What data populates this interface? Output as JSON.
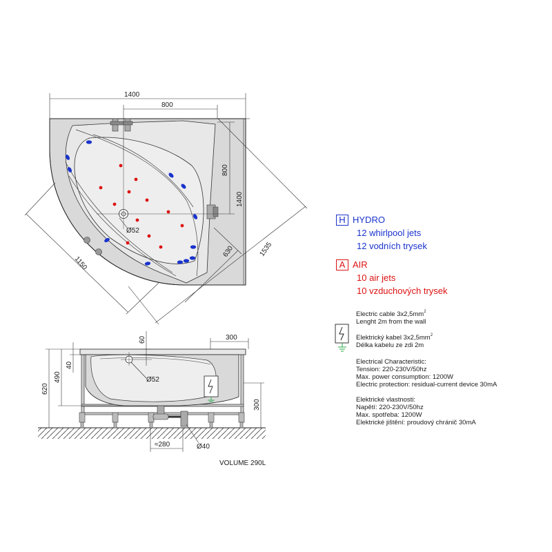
{
  "colors": {
    "hydro": "#1a33cc",
    "air": "#dd1111",
    "drawing_fill": "#d9d9d9",
    "basin_fill": "#eeeeee",
    "ground_symbol": "#2aa84a"
  },
  "top_view": {
    "dimensions": {
      "width_total": "1400",
      "width_inner": "800",
      "height_inner": "800",
      "height_total": "1400",
      "diagonal_long": "1535",
      "diagonal_short": "630",
      "side_length": "1150",
      "drain_diameter": "Ø52"
    }
  },
  "side_view": {
    "dimensions": {
      "rim_to_center": "60",
      "rim_width": "300",
      "depth_40": "40",
      "depth_490": "490",
      "height_620": "620",
      "drain_diameter": "Ø52",
      "frame_height": "300",
      "waste_offset": "≈280",
      "waste_diameter": "Ø40"
    },
    "volume": "VOLUME 290L"
  },
  "legend": {
    "hydro": {
      "badge": "H",
      "title": "HYDRO",
      "line1": "12 whirlpool jets",
      "line2": "12 vodních trysek"
    },
    "air": {
      "badge": "A",
      "title": "AIR",
      "line1": "10 air jets",
      "line2": "10 vzduchových trysek"
    }
  },
  "electric": {
    "cable_en": "Electric cable 3x2,5mm",
    "cable_en_sup": "2",
    "length_en": "Lenght 2m from the wall",
    "cable_cz": "Elektrický kabel 3x2,5mm",
    "cable_cz_sup": "2",
    "length_cz": "Délka kabelu ze zdi 2m",
    "char_en": [
      "Electrical Characteristic:",
      "Tension: 220-230V/50hz",
      "Max. power consumption: 1200W",
      "Electric protection: residual-current device 30mA"
    ],
    "char_cz": [
      "Elektrické vlastnosti:",
      "Napětí: 220-230V/50hz",
      "Max. spotřeba: 1200W",
      "Elektrické jištění: proudový chránič 30mA"
    ]
  }
}
